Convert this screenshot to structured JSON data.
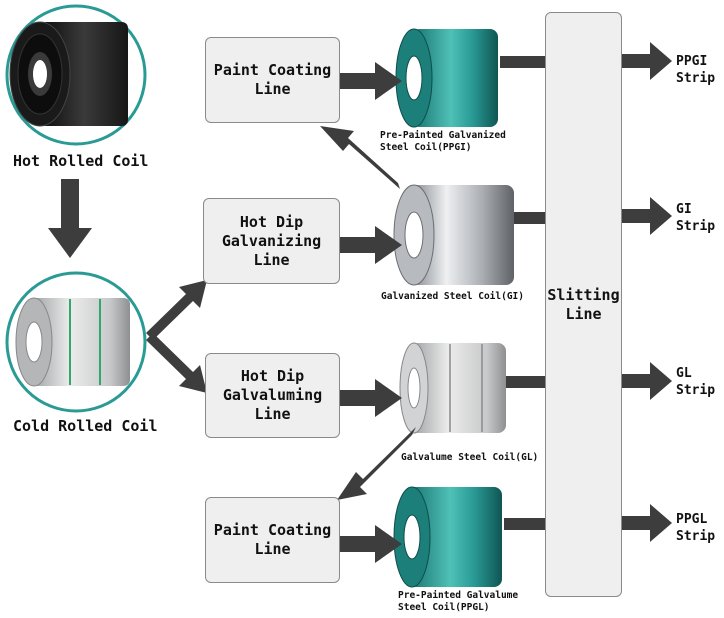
{
  "nodes": {
    "hot_rolled_coil": "Hot Rolled Coil",
    "cold_rolled_coil": "Cold Rolled Coil",
    "paint_coating_line_top": "Paint Coating\nLine",
    "hot_dip_galvanizing_line": "Hot Dip\nGalvanizing\nLine",
    "hot_dip_galvaluming_line": "Hot Dip\nGalvaluming\nLine",
    "paint_coating_line_bottom": "Paint Coating\nLine",
    "slitting_line": "Slitting\nLine"
  },
  "coils": {
    "ppgi": "Pre-Painted Galvanized\nSteel Coil(PPGI)",
    "gi": "Galvanized Steel Coil(GI)",
    "gl": "Galvalume Steel Coil(GL)",
    "ppgl": "Pre-Painted Galvalume\nSteel Coil(PPGL)"
  },
  "outputs": {
    "ppgi": "PPGI\nStrip",
    "gi": "GI\nStrip",
    "gl": "GL\nStrip",
    "ppgl": "PPGL\nStrip"
  },
  "colors": {
    "arrow": "#3d3d3d",
    "box_fill": "#efefef",
    "box_border": "#8a8a8a",
    "teal_coil": "#2a9a95",
    "silver_coil": "#b8bcc0",
    "dark_coil": "#1e1e1e"
  }
}
